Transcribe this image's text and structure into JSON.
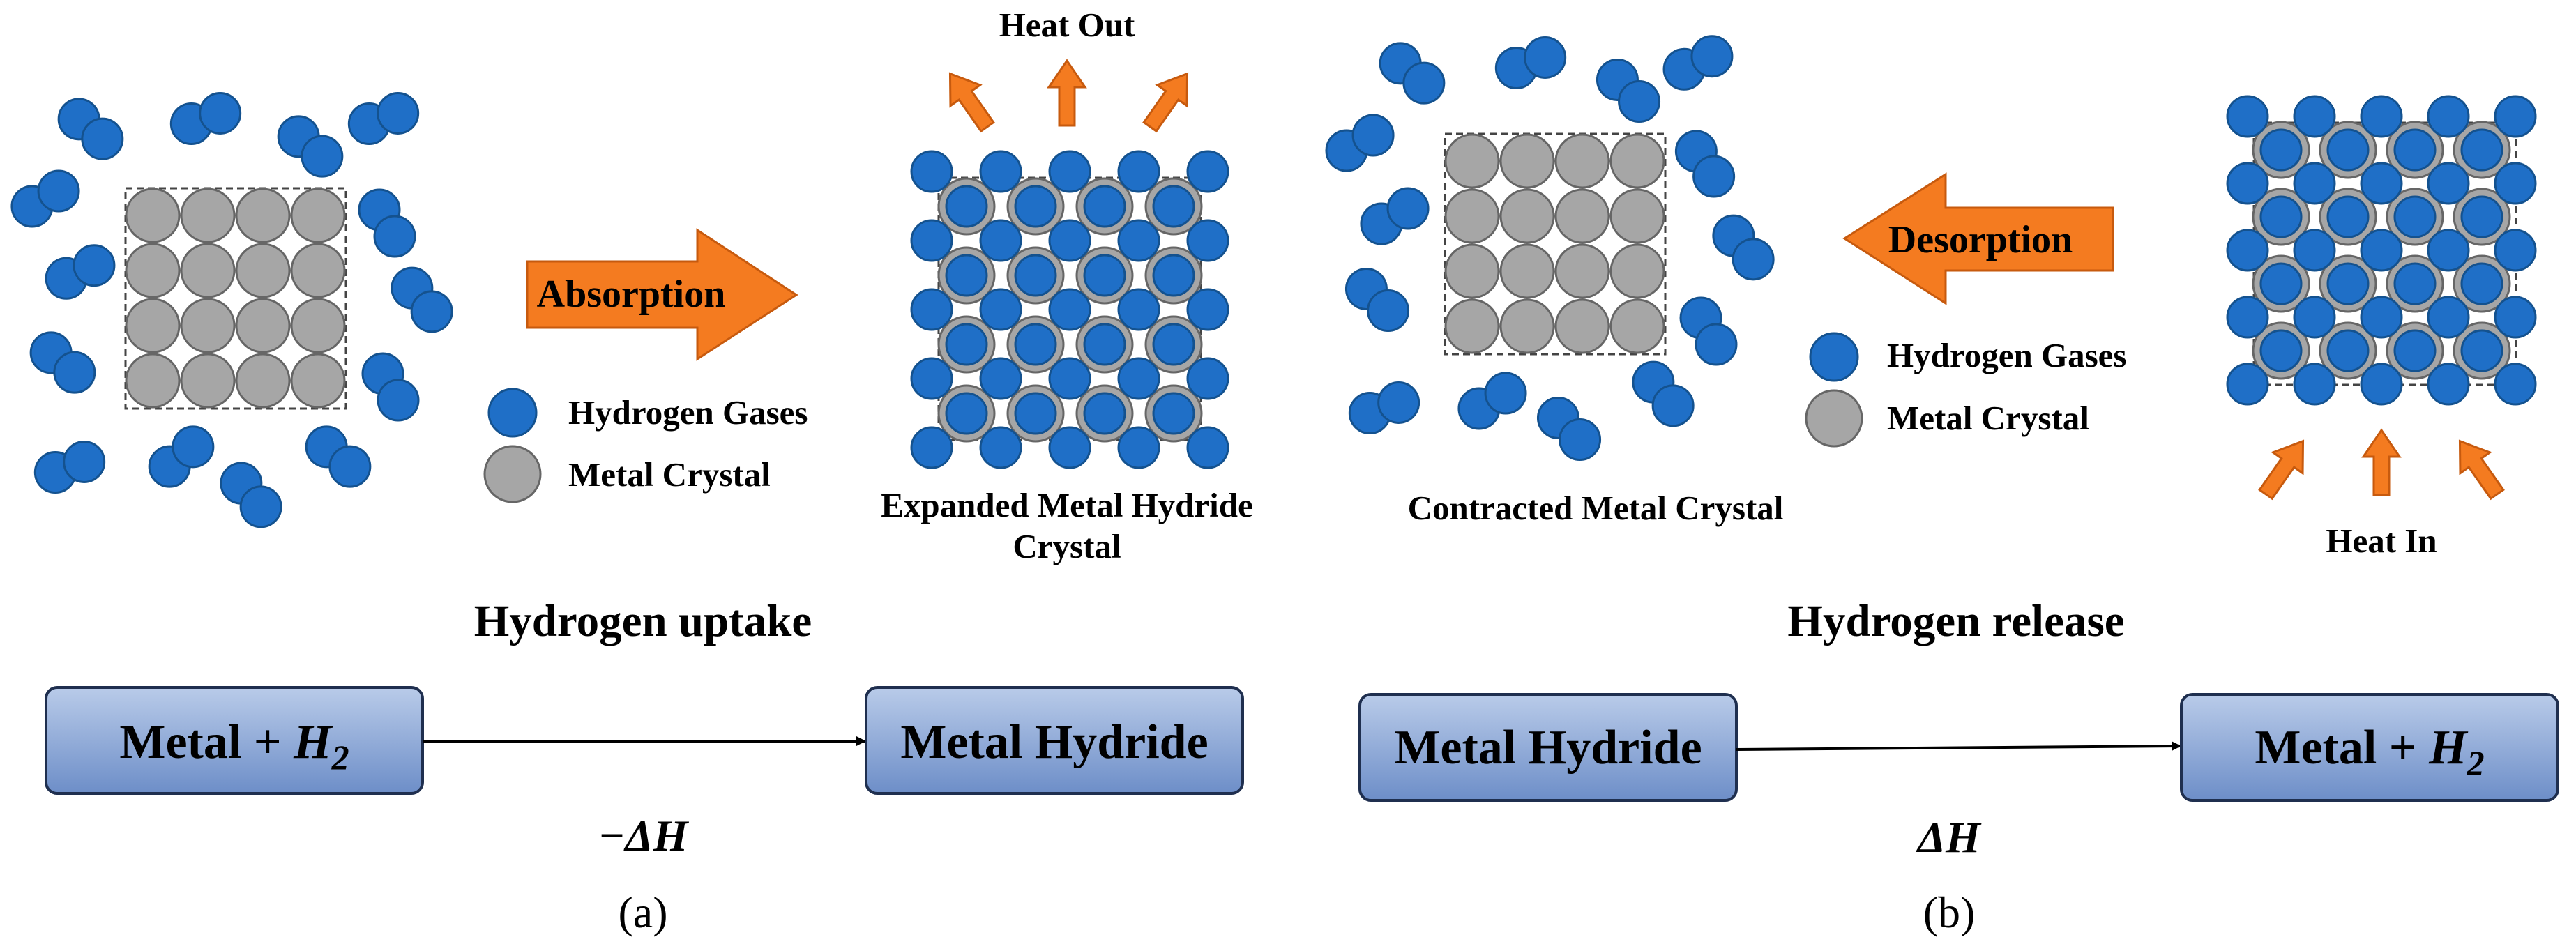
{
  "colors": {
    "hydrogen": "#1f6fc7",
    "hydrogen_stroke": "#14528f",
    "metal": "#a6a6a6",
    "metal_stroke": "#666666",
    "arrow": "#f47b20",
    "arrow_stroke": "#c75a0e",
    "box_top": "#b4c7e7",
    "box_bottom": "#6f8fc9",
    "box_stroke": "#1f2f4f"
  },
  "panel_a": {
    "process_arrow": "Absorption",
    "heat_label": "Heat Out",
    "product_caption_line1": "Expanded Metal Hydride",
    "product_caption_line2": "Crystal",
    "legend_hydrogen": "Hydrogen Gases",
    "legend_metal": "Metal Crystal",
    "heading": "Hydrogen uptake",
    "reaction_left": "Metal + ",
    "reaction_left_formula": "H",
    "reaction_left_subscript": "2",
    "reaction_right": "Metal Hydride",
    "enthalpy": "−ΔH",
    "panel_label": "(a)"
  },
  "panel_b": {
    "reactant_caption": "Contracted Metal Crystal",
    "process_arrow": "Desorption",
    "legend_hydrogen": "Hydrogen Gases",
    "legend_metal": "Metal Crystal",
    "heat_label": "Heat In",
    "heading": "Hydrogen release",
    "reaction_left": "Metal Hydride",
    "reaction_right": "Metal + ",
    "reaction_right_formula": "H",
    "reaction_right_subscript": "2",
    "enthalpy": "ΔH",
    "panel_label": "(b)"
  },
  "icons": {
    "hydrogen_molecule": "hydrogen-molecule-icon",
    "metal_atom": "metal-atom-icon",
    "heat_arrow": "heat-arrow-icon"
  }
}
